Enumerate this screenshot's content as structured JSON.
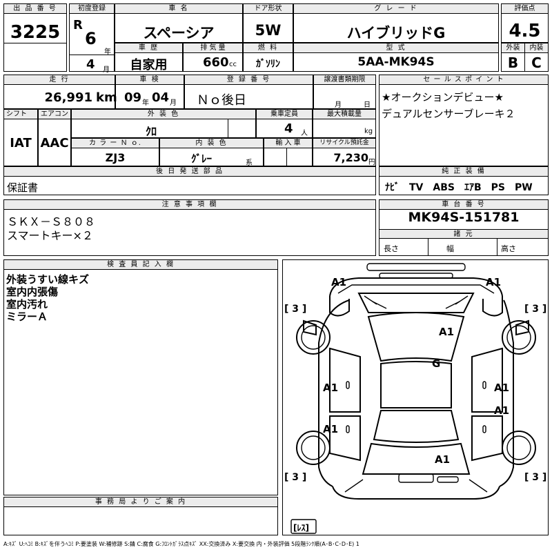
{
  "lot": {
    "label": "出 品 番 号",
    "value": "3225"
  },
  "first_reg": {
    "label": "初度登録",
    "era": "R",
    "year": "6",
    "year_unit": "年",
    "month": "4",
    "month_unit": "月"
  },
  "car_name": {
    "label": "車 名",
    "value": "スペーシア"
  },
  "door": {
    "label": "ドア形状",
    "value": "5W"
  },
  "grade": {
    "label": "グ レ ー ド",
    "value": "ハイブリッドG"
  },
  "score": {
    "label": "評価点",
    "value": "4.5"
  },
  "history": {
    "label": "車 歴",
    "value": "自家用"
  },
  "displacement": {
    "label": "排 気 量",
    "value": "660",
    "unit": "cc"
  },
  "fuel": {
    "label": "燃 料",
    "value": "ｶﾞｿﾘﾝ"
  },
  "model": {
    "label": "型 式",
    "value": "5AA-MK94S"
  },
  "ext_grade": {
    "label": "外装",
    "value": "B"
  },
  "int_grade": {
    "label": "内装",
    "value": "C"
  },
  "mileage": {
    "label": "走 行",
    "value": "26,991",
    "unit": "km"
  },
  "inspection": {
    "label": "車 検",
    "year": "09",
    "year_unit": "年",
    "month": "04",
    "month_unit": "月"
  },
  "reg_no": {
    "label": "登 録 番 号",
    "value": "Ｎｏ後日"
  },
  "transfer": {
    "label": "譲渡書類期限",
    "month_unit": "月",
    "day_unit": "日"
  },
  "sales_point": {
    "label": "セ ー ル ス ポ イ ン ト",
    "lines": [
      "★オークションデビュー★",
      "デュアルセンサーブレーキ２"
    ]
  },
  "shift": {
    "label": "シフト",
    "value": "IAT"
  },
  "aircon": {
    "label": "エアコン",
    "value": "AAC"
  },
  "exterior_color": {
    "label": "外 装 色",
    "value": "ｸﾛ"
  },
  "capacity": {
    "label": "乗車定員",
    "value": "4",
    "unit": "人"
  },
  "max_load": {
    "label": "最大積載量",
    "unit": "kg"
  },
  "color_no": {
    "label": "カ ラ ー Ｎ ｏ.",
    "value": "ZJ3"
  },
  "interior_color": {
    "label": "内 装 色",
    "value": "ｸﾞﾚｰ",
    "unit": "系"
  },
  "import": {
    "label": "輸 入 車"
  },
  "recycle": {
    "label": "リサイクル預託金",
    "value": "7,230",
    "unit": "円"
  },
  "later_parts": {
    "label": "後 日 発 送 部 品",
    "value": "保証書"
  },
  "genuine": {
    "label": "純 正 装 備",
    "value": "ﾅﾋﾞ　TV　ABS　ｴｱB　PS　PW"
  },
  "notes": {
    "label": "注 意 事 項 欄",
    "lines": [
      "ＳＫＸ－Ｓ８０８",
      "スマートキー×２"
    ]
  },
  "chassis": {
    "label": "車 台 番 号",
    "value": "MK94S-151781"
  },
  "specs": {
    "label": "諸 元",
    "length": "長さ",
    "width": "幅",
    "height": "高さ"
  },
  "inspector": {
    "label": "検 査 員 記 入 欄",
    "lines": [
      "外装うすい線キズ",
      "室内内張傷",
      "室内汚れ",
      "ミラーＡ"
    ]
  },
  "office": {
    "label": "事 務 局 よ り ご 案 内"
  },
  "diagram": {
    "marks": [
      "A1",
      "A1",
      "A1",
      "G",
      "A1",
      "A1",
      "A1",
      "A1",
      "A1"
    ],
    "tires": [
      "[ 3 ]",
      "[ 3 ]",
      "[ 3 ]",
      "[ 3 ]"
    ],
    "spare": "[ﾚｽ]"
  },
  "legend": "A:ｷｽﾞ U:ﾍｺﾐ B:ｷｽﾞを伴うﾍｺﾐ P:要塗装 W:補修跡 S:錆 C:腐食 G:ﾌﾛﾝﾄｶﾞﾗｽ点ｷｽﾞ XX:交換済み X:要交換 内・外装評価 5段階ﾗﾝｸ順(A･B･C･D･E) 1"
}
